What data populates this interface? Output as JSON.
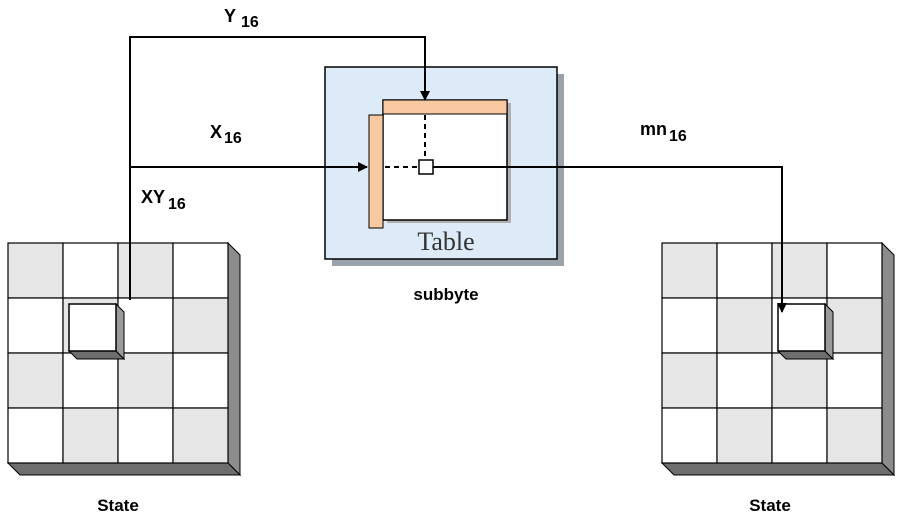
{
  "labels": {
    "y": {
      "main": "Y",
      "sub": "16"
    },
    "x": {
      "main": "X",
      "sub": "16"
    },
    "xy": {
      "main": "XY",
      "sub": "16"
    },
    "mn": {
      "main": "mn",
      "sub": "16"
    }
  },
  "table_box": {
    "title": "Table",
    "caption": "subbyte"
  },
  "left_state": {
    "caption": "State"
  },
  "right_state": {
    "caption": "State"
  },
  "colors": {
    "table_bg": "#dcebf7",
    "table_edge": "#aeb9c4",
    "highlight_bar": "#f8c8a0",
    "cell_gray": "#e6e6e6",
    "cell_white": "#ffffff",
    "line": "#000000"
  }
}
